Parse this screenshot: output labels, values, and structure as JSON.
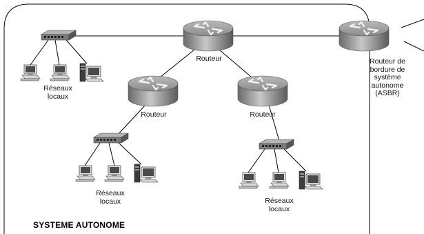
{
  "diagram": {
    "boundary_label": "SYSTEME AUTONOME",
    "routers": {
      "top": "Routeur",
      "left": "Routeur",
      "right": "Routeur",
      "asbr": "Routeur de\nbordure de\nsystème\nautonome\n(ASBR)"
    },
    "lans": {
      "top_left": "Réseaux\nlocaux",
      "bottom_left": "Réseaux\nlocaux",
      "bottom_right": "Réseaux\nlocaux"
    }
  }
}
